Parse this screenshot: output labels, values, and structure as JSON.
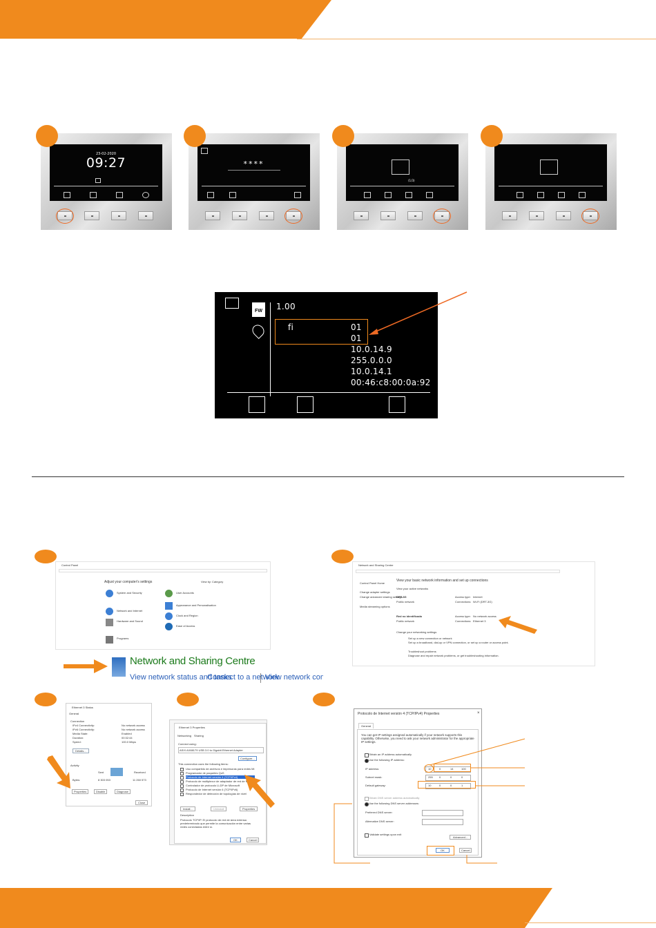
{
  "device": {
    "date": "23-02-2020",
    "time": "09:27",
    "pin_mask": "****",
    "page_indicator": "(1/3)"
  },
  "info_screen": {
    "firmware_badge": "FW",
    "firmware_version": "1.00",
    "location_label": "fi",
    "location_value_1": "01",
    "location_value_2": "01",
    "ip_address": "10.0.14.9",
    "subnet_mask": "255.0.0.0",
    "gateway": "10.0.14.1",
    "mac_address": "00:46:c8:00:0a:92"
  },
  "control_panel": {
    "title": "Control Panel",
    "heading": "Adjust your computer's settings",
    "view_by": "View by:",
    "view_by_value": "Category",
    "items": [
      "System and Security",
      "Network and Internet",
      "Hardware and Sound",
      "Programs",
      "User Accounts",
      "Appearance and Personalisation",
      "Clock and Region",
      "Ease of Access"
    ],
    "zoom_title": "Network and Sharing Centre",
    "zoom_links": [
      "View network status and tasks",
      "Connect to a network",
      "View network computers and"
    ]
  },
  "sharing_centre": {
    "title": "Network and Sharing Centre",
    "heading": "View your basic network information and set up connections",
    "view_active": "View your active networks",
    "sidebar": [
      "Control Panel Home",
      "Change adapter settings",
      "Change advanced sharing settings",
      "Media streaming options"
    ],
    "net1_name": "DRT-3G",
    "net1_type": "Public network",
    "net1_access": "Internet",
    "net1_conn": "Wi-Fi (DRT-3G)",
    "net2_name": "Red no identificada",
    "net2_type": "Public network",
    "net2_access": "No network access",
    "net2_conn": "Ethernet 3",
    "access_label": "Access type:",
    "conn_label": "Connections:",
    "change_heading": "Change your networking settings",
    "setup_link": "Set up a new connection or network",
    "setup_desc": "Set up a broadband, dial-up or VPN connection, or set up a router or access point.",
    "trouble_link": "Troubleshoot problems",
    "trouble_desc": "Diagnose and repair network problems, or get troubleshooting information."
  },
  "eth_status": {
    "title": "Ethernet 3 Status",
    "tab": "General",
    "section_connection": "Connection",
    "rows": [
      {
        "label": "IPv4 Connectivity:",
        "value": "No network access"
      },
      {
        "label": "IPv6 Connectivity:",
        "value": "No network access"
      },
      {
        "label": "Media State:",
        "value": "Enabled"
      },
      {
        "label": "Duration:",
        "value": "00:32:44"
      },
      {
        "label": "Speed:",
        "value": "100.0 Mbps"
      }
    ],
    "details_btn": "Details...",
    "section_activity": "Activity",
    "sent": "Sent",
    "received": "Received",
    "bytes": "Bytes:",
    "bytes_sent": "8 303 053",
    "bytes_received": "11 260 573",
    "btn_properties": "Properties",
    "btn_disable": "Disable",
    "btn_diagnose": "Diagnose",
    "btn_close": "Close"
  },
  "eth_props": {
    "title": "Ethernet 3 Properties",
    "tabs": [
      "Networking",
      "Sharing"
    ],
    "connect_using": "Connect using:",
    "adapter": "ASIX AX88179 USB 3.0 to Gigabit Ethernet Adapter",
    "configure_btn": "Configure...",
    "uses_items": "This connection uses the following items:",
    "items": [
      "Uso compartido de archivos e impresoras para redes Mi",
      "Programador de paquetes QoS",
      "Protocolo de Internet versión 4 (TCP/IPv4)",
      "Protocolo de multiplexor de adaptador de red de Mi",
      "Controlador de protocolo LLDP de Microsoft",
      "Protocolo de Internet versión 6 (TCP/IPv6)",
      "Respondedor de detección de topologías de nivel"
    ],
    "btn_install": "Install...",
    "btn_uninstall": "Uninstall",
    "btn_properties": "Properties",
    "description_label": "Description",
    "description": "Protocolo TCP/IP. El protocolo de red de área extensa predeterminado que permite la comunicación entre varias redes conectadas entre sí.",
    "btn_ok": "OK",
    "btn_cancel": "Cancel"
  },
  "ipv4": {
    "title": "Protocolo de Internet versión 4 (TCP/IPv4) Properties",
    "tab": "General",
    "intro": "You can get IP settings assigned automatically if your network supports this capability. Otherwise, you need to ask your network administrator for the appropriate IP settings.",
    "auto_ip": "Obtain an IP address automatically",
    "use_ip": "Use the following IP address:",
    "ip_label": "IP address:",
    "ip": [
      "10",
      "0",
      "14",
      "100"
    ],
    "mask_label": "Subnet mask:",
    "mask": [
      "255",
      "0",
      "0",
      "0"
    ],
    "gw_label": "Default gateway:",
    "gw": [
      "10",
      "0",
      "0",
      "1"
    ],
    "auto_dns": "Obtain DNS server address automatically",
    "use_dns": "Use the following DNS server addresses:",
    "pref_dns": "Preferred DNS server:",
    "alt_dns": "Alternative DNS server:",
    "validate": "Validate settings upon exit",
    "advanced_btn": "Advanced...",
    "ok_btn": "OK",
    "cancel_btn": "Cancel"
  },
  "colors": {
    "accent": "#f08a1d",
    "highlight": "#ee6a24"
  }
}
